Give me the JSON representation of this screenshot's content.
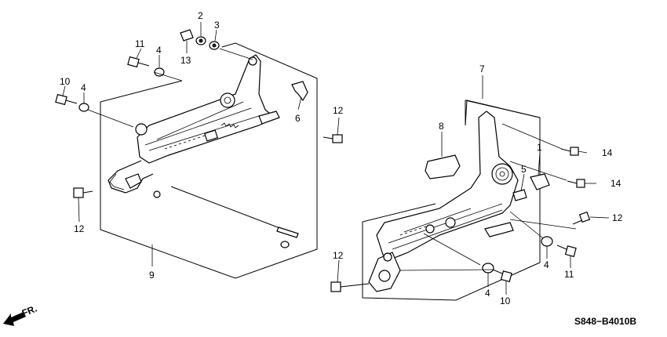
{
  "diagram_code": "S848−B4010B",
  "direction_label": "FR.",
  "callouts": {
    "left_2": "2",
    "left_3": "3",
    "left_13": "13",
    "left_11": "11",
    "left_4a": "4",
    "left_10": "10",
    "left_4b": "4",
    "left_6": "6",
    "left_12a": "12",
    "left_12b": "12",
    "left_9": "9",
    "right_7": "7",
    "right_8": "8",
    "right_1": "1",
    "right_14a": "14",
    "right_14b": "14",
    "right_5": "5",
    "right_12a": "12",
    "right_4a": "4",
    "right_11": "11",
    "right_12b": "12",
    "right_4b": "4",
    "right_10": "10"
  }
}
